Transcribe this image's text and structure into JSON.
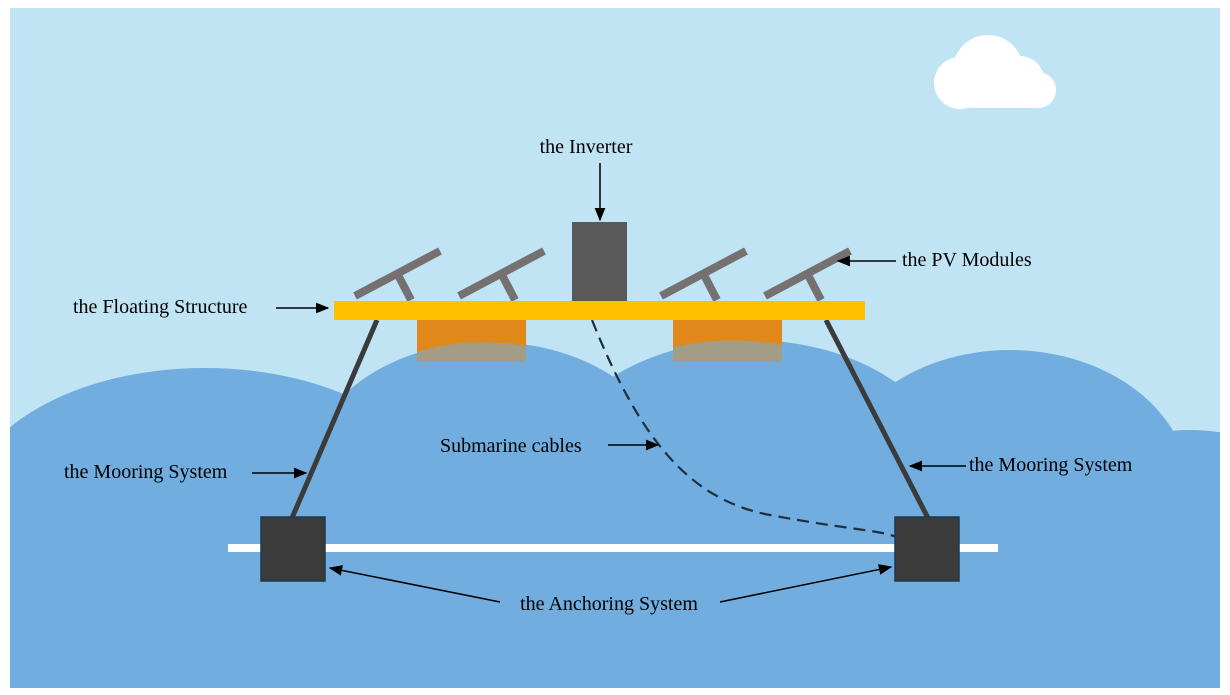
{
  "title": "Floating photovoltaic system schematic",
  "colors": {
    "sky": "#c1e4f4",
    "water": "#71addf",
    "cloud": "#ffffff",
    "floating_structure": "#ffc000",
    "floats": "#e0891a",
    "pv_modules": "#767171",
    "inverter": "#595959",
    "mooring": "#3b3b3b",
    "anchor": "#3b3b3b",
    "seabed_line": "#ffffff",
    "text": "#000000"
  },
  "labels": {
    "inverter": "the Inverter",
    "pv_modules": "the PV Modules",
    "floating_structure": "the Floating Structure",
    "mooring_left": "the Mooring System",
    "mooring_right": "the Mooring System",
    "submarine_cables": "Submarine cables",
    "anchoring": "the Anchoring System"
  },
  "components": {
    "pv_module_count": 4,
    "float_count": 2,
    "anchor_count": 2,
    "mooring_line_count": 2
  }
}
